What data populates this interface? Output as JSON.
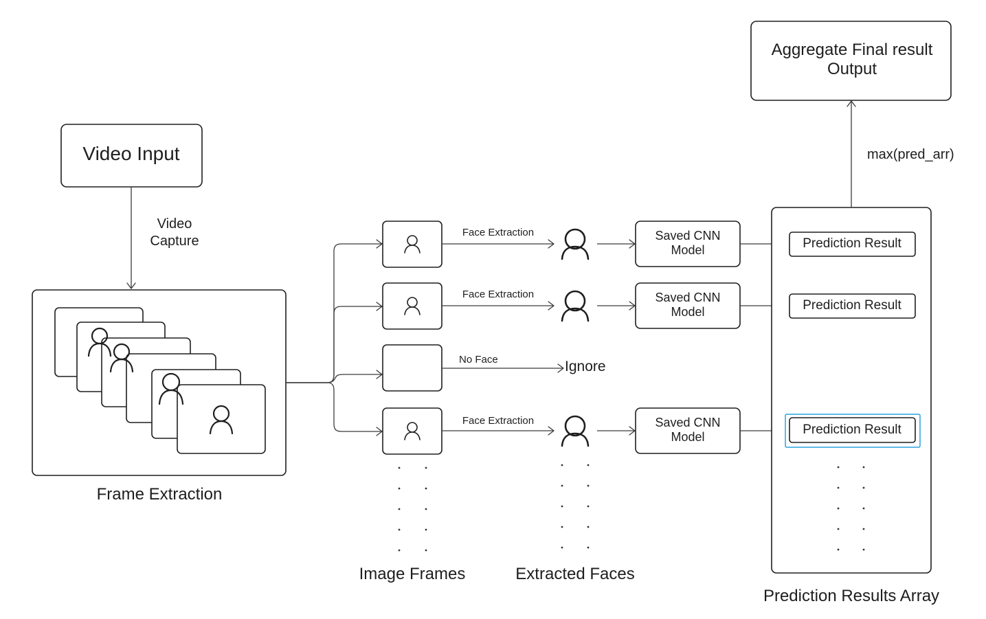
{
  "nodes": {
    "video_input": "Video Input",
    "aggregate_line1": "Aggregate Final result",
    "aggregate_line2": "Output",
    "model_line1": "Saved CNN",
    "model_line2": "Model",
    "prediction_result": "Prediction Result",
    "ignore": "Ignore"
  },
  "edges": {
    "video_capture_line1": "Video",
    "video_capture_line2": "Capture",
    "face_extraction": "Face Extraction",
    "no_face": "No Face",
    "max_pred": "max(pred_arr)"
  },
  "captions": {
    "frame_extraction": "Frame Extraction",
    "image_frames": "Image Frames",
    "extracted_faces": "Extracted Faces",
    "prediction_results_array": "Prediction Results Array"
  },
  "icons": {
    "frame_person": "person-icon",
    "face": "face-icon",
    "continuation": "ellipsis-dots-icon"
  },
  "colors": {
    "highlight": "#2aa3dd"
  }
}
